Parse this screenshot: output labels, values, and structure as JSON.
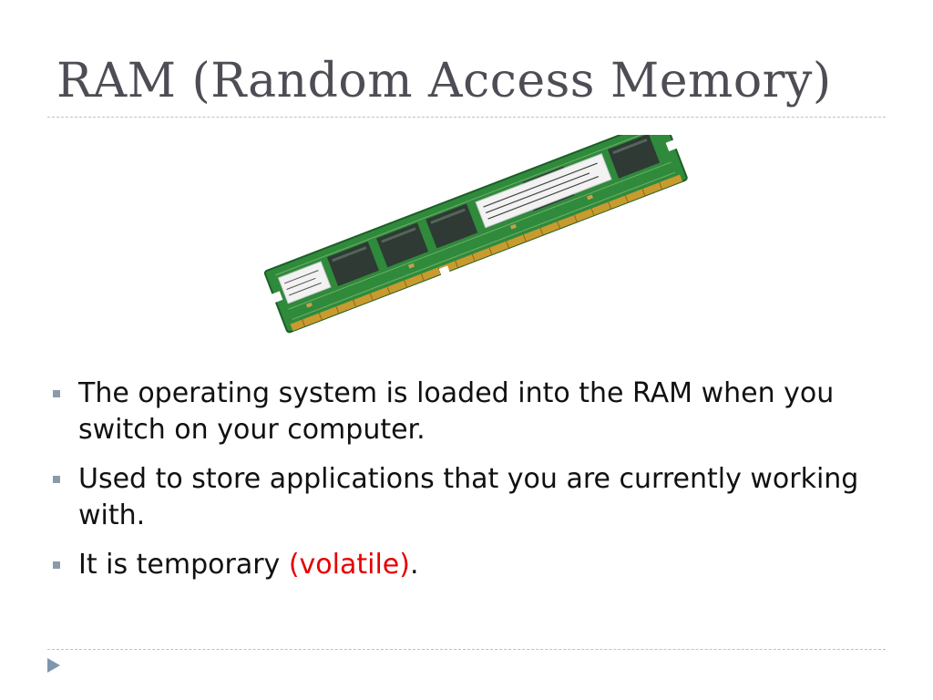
{
  "slide": {
    "title": "RAM (Random Access Memory)",
    "image_label": "RAM module",
    "bullets": [
      {
        "text": "The operating system is loaded into the RAM when you switch on your computer."
      },
      {
        "text": "Used to store applications that you are currently working with."
      },
      {
        "before": "It is temporary ",
        "highlight": "(volatile)",
        "after": "."
      }
    ],
    "colors": {
      "title": "#4d4d55",
      "body_text": "#111111",
      "highlight": "#e60000",
      "bullet_marker": "#8b9aab",
      "divider": "#b8c2cc",
      "nav_arrow": "#7f95ad",
      "pcb_green": "#2f8a3c",
      "chip_dark": "#2e3a33",
      "label_white": "#f2f2f2"
    },
    "icons": {
      "bullet": "square-bullet-icon",
      "navigation": "play-arrow-icon"
    }
  }
}
